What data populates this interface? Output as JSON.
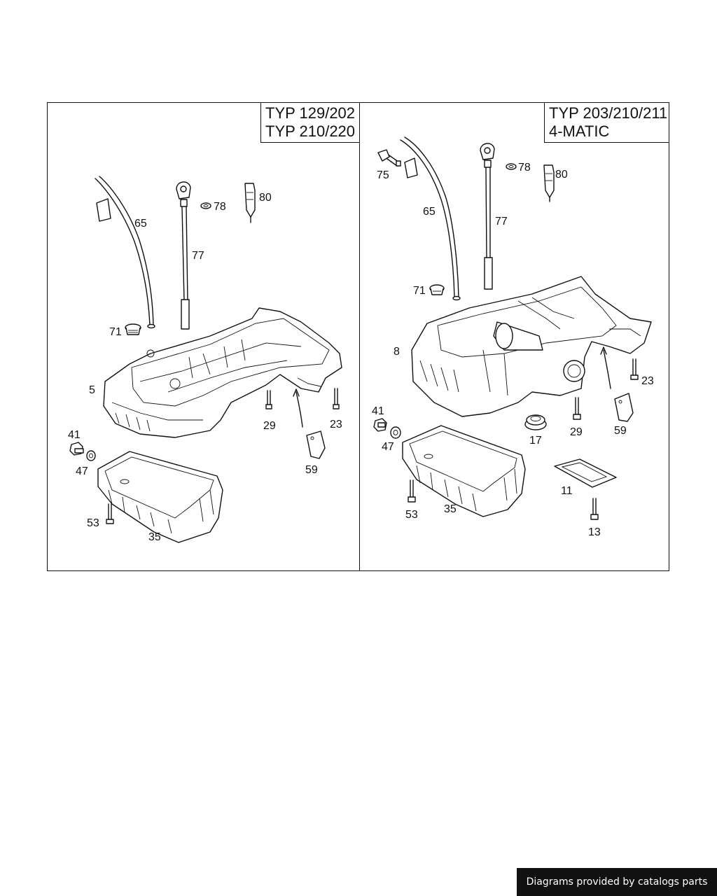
{
  "panels": [
    {
      "typ_lines": [
        "TYP 129/202",
        "TYP 210/220"
      ],
      "callouts": [
        "65",
        "77",
        "78",
        "80",
        "71",
        "5",
        "41",
        "47",
        "29",
        "23",
        "59",
        "53",
        "35"
      ]
    },
    {
      "typ_lines": [
        "TYP 203/210/211",
        "4-MATIC"
      ],
      "callouts": [
        "75",
        "65",
        "77",
        "78",
        "80",
        "71",
        "8",
        "23",
        "41",
        "47",
        "17",
        "29",
        "59",
        "35",
        "53",
        "11",
        "13"
      ]
    }
  ],
  "footer": {
    "text": "Diagrams provided by catalogs parts"
  }
}
